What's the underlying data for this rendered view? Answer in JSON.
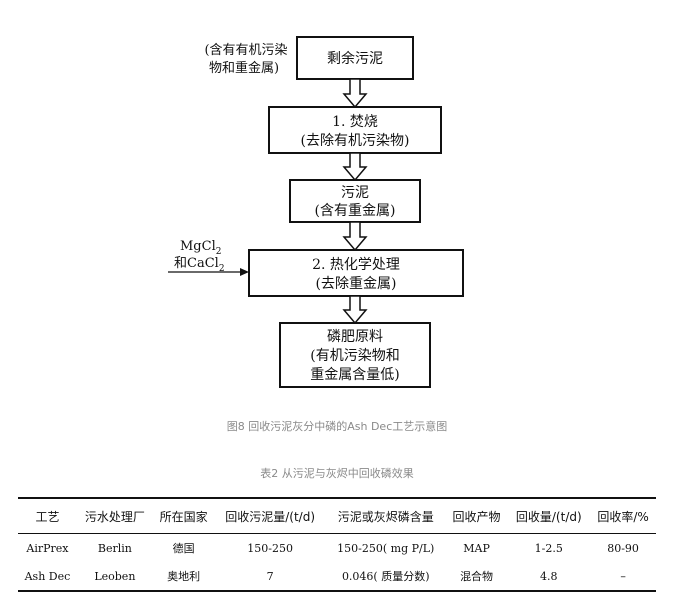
{
  "figure": {
    "side_note_top": [
      "(含有有机污染",
      "物和重金属)"
    ],
    "side_note_mid": [
      "MgCl",
      "2",
      "和CaCl",
      "2"
    ],
    "boxes": [
      {
        "lines": [
          "剩余污泥"
        ]
      },
      {
        "lines": [
          "1. 焚烧",
          "(去除有机污染物)"
        ]
      },
      {
        "lines": [
          "污泥",
          "(含有重金属)"
        ]
      },
      {
        "lines": [
          "2. 热化学处理",
          "(去除重金属)"
        ]
      },
      {
        "lines": [
          "磷肥原料",
          "(有机污染物和",
          "重金属含量低)"
        ]
      }
    ],
    "caption": "图8 回收污泥灰分中磷的Ash Dec工艺示意图"
  },
  "table": {
    "caption": "表2 从污泥与灰烬中回收磷效果",
    "headers": [
      "工艺",
      "污水处理厂",
      "所在国家",
      "回收污泥量/(t/d)",
      "污泥或灰烬磷含量",
      "回收产物",
      "回收量/(t/d)",
      "回收率/%"
    ],
    "rows": [
      [
        "AirPrex",
        "Berlin",
        "德国",
        "150-250",
        "150-250( mg P/L)",
        "MAP",
        "1-2.5",
        "80-90"
      ],
      [
        "Ash Dec",
        "Leoben",
        "奥地利",
        "7",
        "0.046( 质量分数)",
        "混合物",
        "4.8",
        "–"
      ]
    ]
  }
}
